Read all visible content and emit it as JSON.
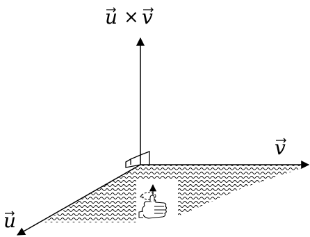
{
  "diagram": {
    "labels": {
      "cross": {
        "u": "u",
        "times": "×",
        "v": "v"
      },
      "v": "v",
      "u": "u"
    },
    "colors": {
      "ink": "#000000",
      "plane_hatch": "#000000",
      "background": "#ffffff"
    },
    "icons": {
      "hand": "right-hand-rule-thumb-up-icon"
    }
  }
}
